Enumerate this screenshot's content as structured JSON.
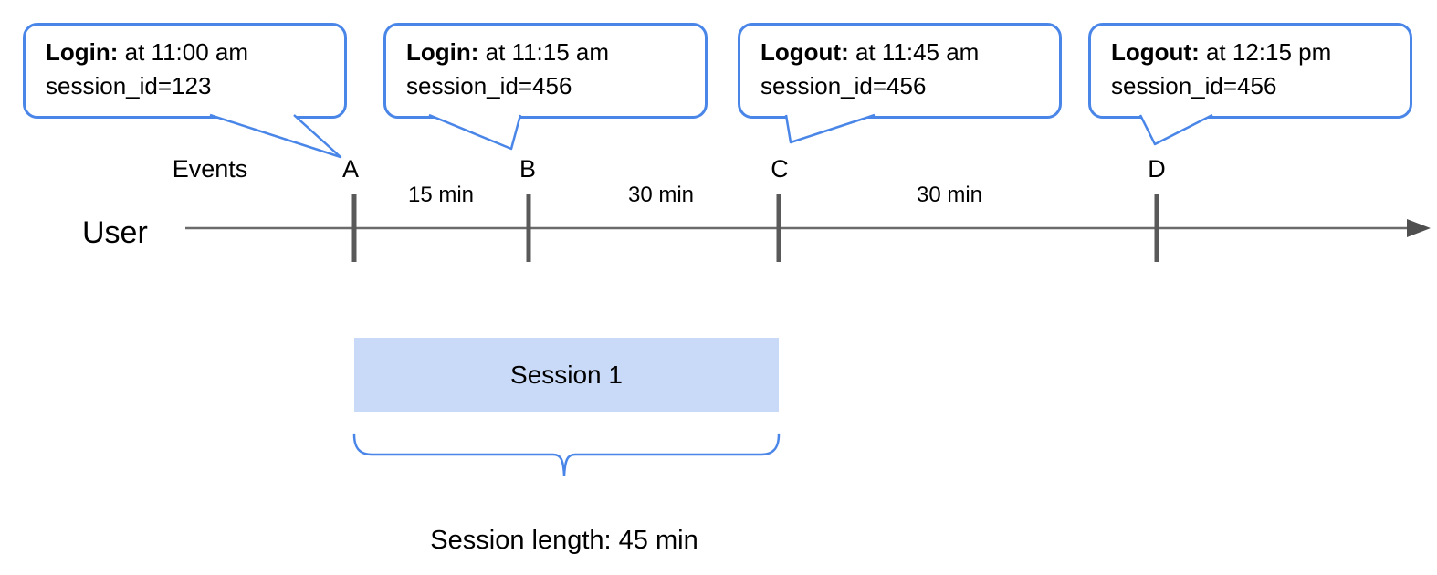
{
  "colors": {
    "accent_blue": "#4a86e8",
    "session_fill": "#c9daf8",
    "axis_gray": "#6b6b6b",
    "tick_gray": "#595959"
  },
  "bubbles": [
    {
      "bold": "Login:",
      "rest": " at 11:00 am",
      "line2": "session_id=123"
    },
    {
      "bold": "Login:",
      "rest": " at 11:15 am",
      "line2": "session_id=456"
    },
    {
      "bold": "Logout:",
      "rest": " at 11:45 am",
      "line2": "session_id=456"
    },
    {
      "bold": "Logout:",
      "rest": " at 12:15 pm",
      "line2": "session_id=456"
    }
  ],
  "timeline": {
    "events_label": "Events",
    "axis_label": "User",
    "event_marks": [
      "A",
      "B",
      "C",
      "D"
    ],
    "intervals": [
      "15 min",
      "30 min",
      "30 min"
    ]
  },
  "session": {
    "box_label": "Session 1",
    "length_label": "Session length: 45 min"
  }
}
